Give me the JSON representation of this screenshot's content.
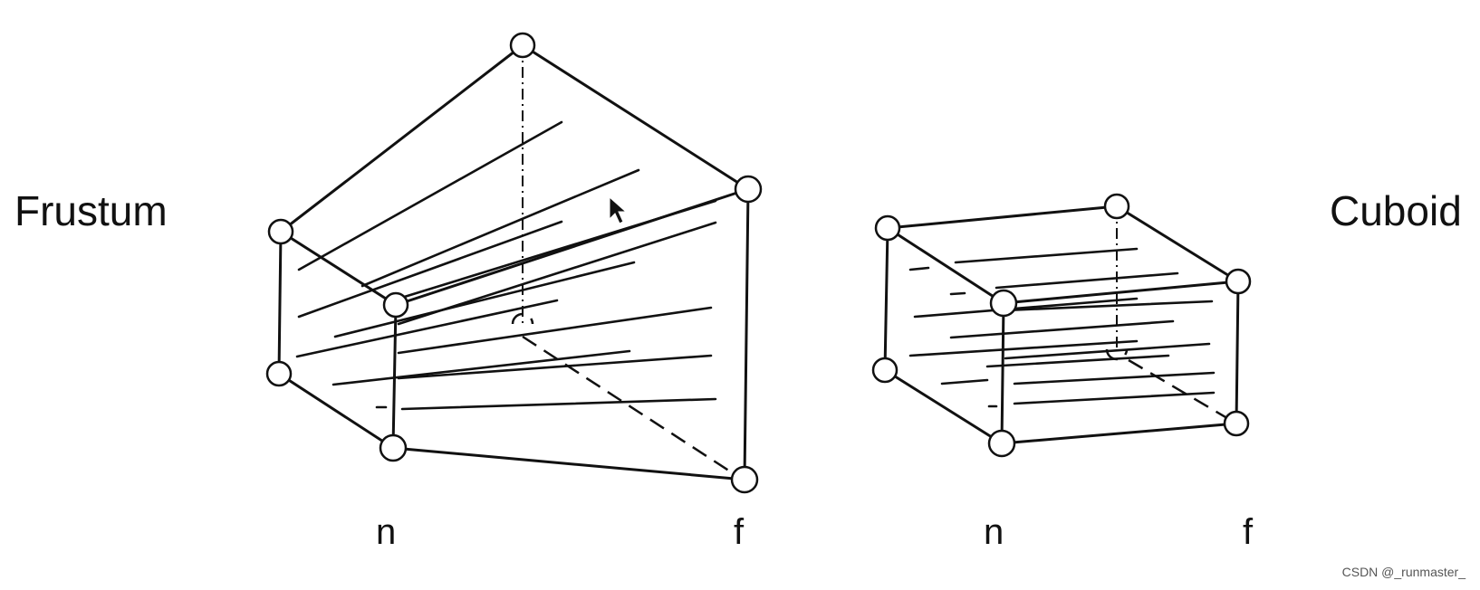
{
  "frustum": {
    "title": "Frustum",
    "near_label": "n",
    "far_label": "f"
  },
  "cuboid": {
    "title": "Cuboid",
    "near_label": "n",
    "far_label": "f"
  },
  "watermark": "CSDN @_runmaster_"
}
